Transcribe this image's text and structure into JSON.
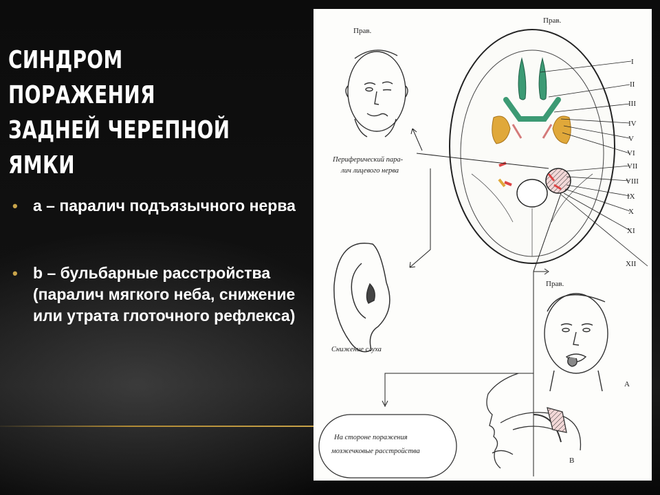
{
  "slide": {
    "title": "СИНДРОМ ПОРАЖЕНИЯ\nЗАДНЕЙ ЧЕРЕПНОЙ\nЯМКИ",
    "bullets": [
      "а – паралич подъязычного нерва",
      "b – бульбарные расстройства (паралич мягкого неба, снижение или утрата глоточного рефлекса)"
    ],
    "bullet_symbol": "•",
    "accent_color": "#c9a44a"
  },
  "figure": {
    "label_right_top_left": "Прав.",
    "label_right_skull": "Прав.",
    "label_right_face": "Прав.",
    "nerve_labels": [
      "I",
      "II",
      "III",
      "IV",
      "V",
      "VI",
      "VII",
      "VIII",
      "IX",
      "X",
      "XI",
      "XII"
    ],
    "peripheral_line1": "Периферический  пара-",
    "peripheral_line2": "лич    лицевого нерва",
    "hearing_loss": "Снижение слуха",
    "box_line1": "На стороне   поражения",
    "box_line2": "мозжечковые  расстройства",
    "label_a": "А",
    "label_b": "В"
  }
}
